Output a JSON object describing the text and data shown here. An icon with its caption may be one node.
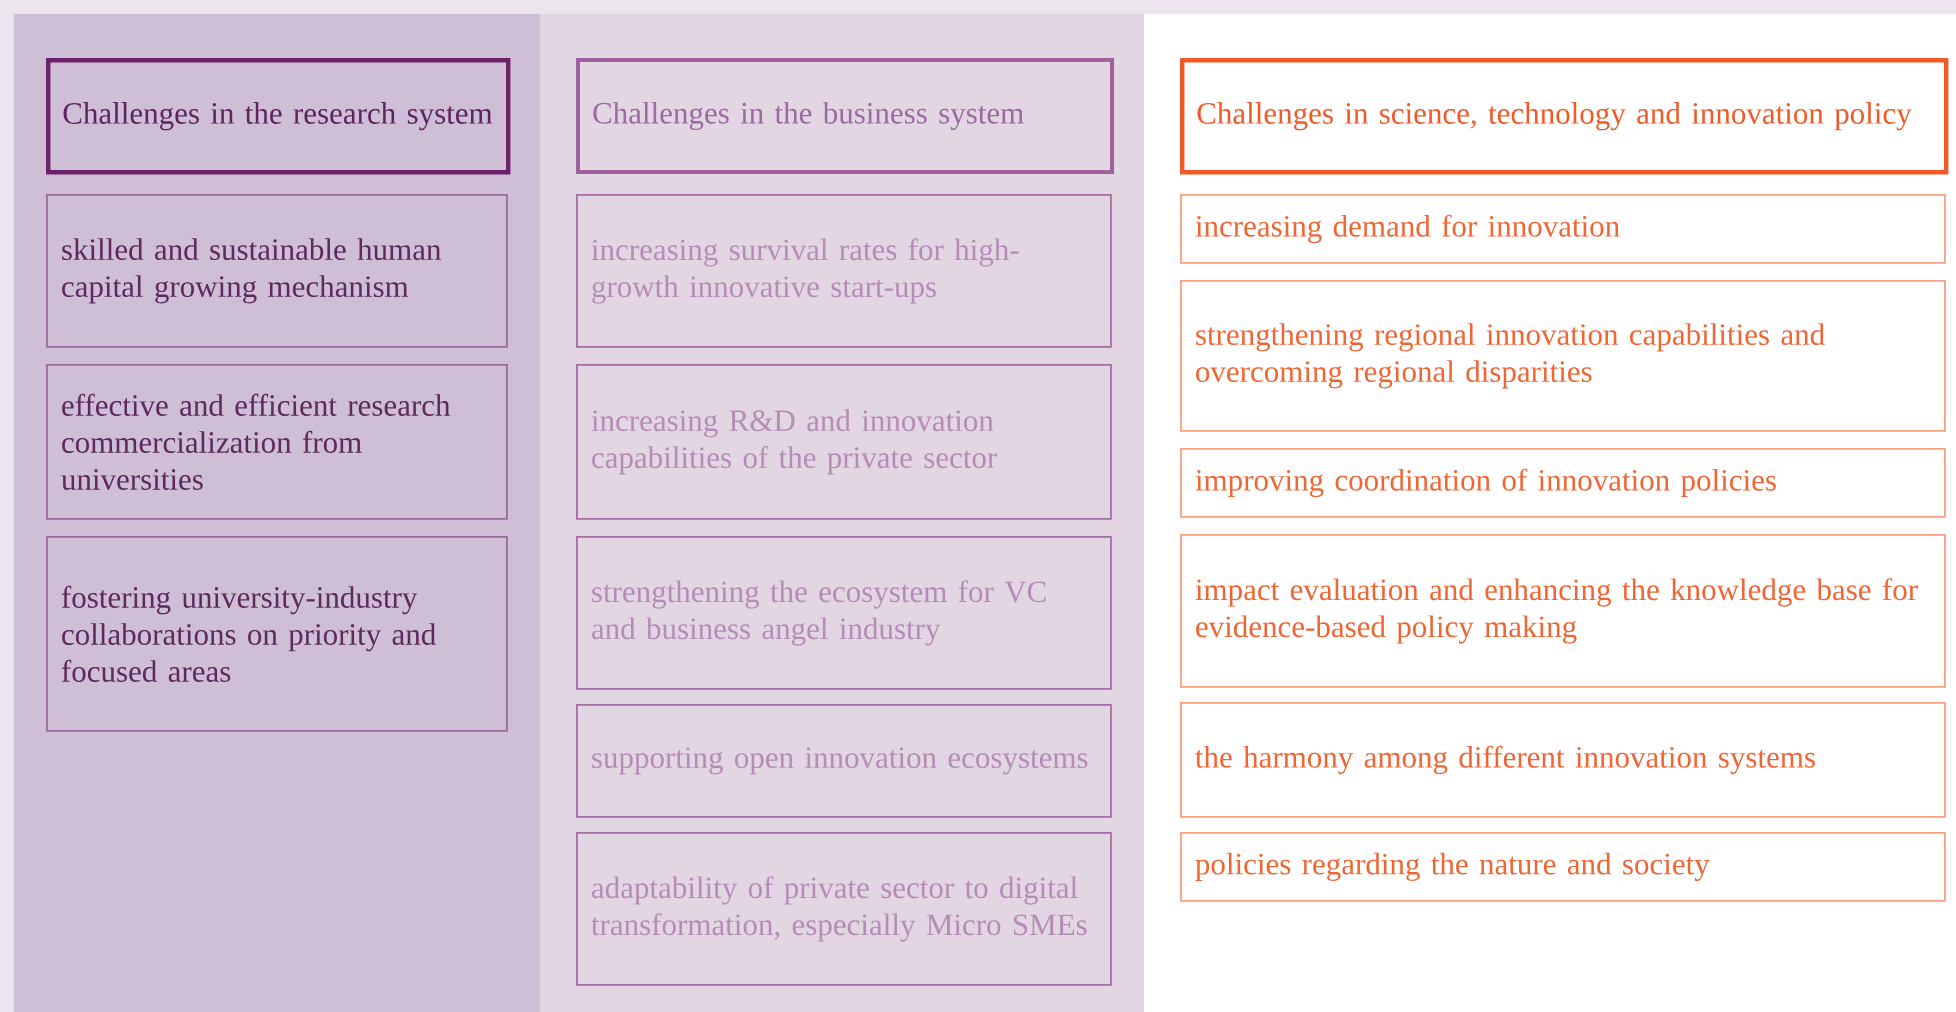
{
  "diagram": {
    "nodes": [
      {
        "text": [
          "Challenges in the research system"
        ]
      },
      {
        "text": [
          "skilled and sustainable human capital growing mechanism"
        ]
      },
      {
        "text": [
          "effective and efficient research commercialization from universities"
        ]
      },
      {
        "text": [
          "fostering university-industry collaborations on priority and focused areas"
        ]
      },
      {
        "text": [
          "Challenges in the business system"
        ]
      },
      {
        "text": [
          "increasing survival rates for high-growth innovative start-ups"
        ]
      },
      {
        "text": [
          "increasing R&D and innovation capabilities of the private sector"
        ]
      },
      {
        "text": [
          "strengthening the ecosystem for VC and business angel industry"
        ]
      },
      {
        "text": [
          "supporting open innovation ecosystems"
        ]
      },
      {
        "text": [
          "adaptability of private sector to digital transformation, especially Micro SMEs"
        ]
      },
      {
        "text": [
          "Challenges in science, technology and innovation policy"
        ]
      },
      {
        "text": [
          "increasing demand for innovation"
        ]
      },
      {
        "text": [
          "strengthening regional innovation capabilities and overcoming regional disparities"
        ]
      },
      {
        "text": [
          "improving coordination of innovation policies"
        ]
      },
      {
        "text": [
          "impact evaluation and enhancing the knowledge base for evidence-based policy making"
        ]
      },
      {
        "text": [
          "the harmony among different innovation systems"
        ]
      },
      {
        "text": [
          "policies regarding the nature and society"
        ]
      }
    ]
  }
}
